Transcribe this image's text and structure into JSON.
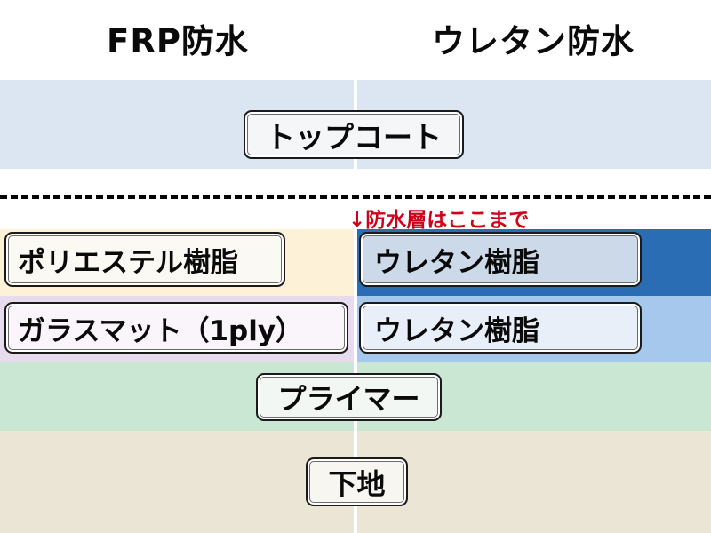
{
  "headers": {
    "left": "FRP防水",
    "right": "ウレタン防水"
  },
  "annotation": {
    "text": "↓防水層はここまで",
    "color": "#d0021b"
  },
  "layers": [
    {
      "id": "topcoat",
      "label": "トップコート",
      "span": "full",
      "band_left_color": "#dce5f2",
      "band_right_color": "#dce5f2",
      "box_fill": "#f4f6f8"
    },
    {
      "id": "resin",
      "label_left": "ポリエステル樹脂",
      "label_right": "ウレタン樹脂",
      "span": "split",
      "band_left_color": "#fdf1d8",
      "band_right_color": "#2a6db5",
      "box_left_fill": "#fbf9f3",
      "box_right_fill": "#ccd9e9"
    },
    {
      "id": "mat",
      "label_left": "ガラスマット（1ply）",
      "label_right": "ウレタン樹脂",
      "span": "split",
      "band_left_color": "#e6dcee",
      "band_right_color": "#a6c8ec",
      "box_left_fill": "#faf5fb",
      "box_right_fill": "#e9eff9"
    },
    {
      "id": "primer",
      "label": "プライマー",
      "span": "full",
      "band_left_color": "#c9e7d2",
      "band_right_color": "#c9e7d2",
      "box_fill": "#f2f7f3"
    },
    {
      "id": "base",
      "label": "下地",
      "span": "full",
      "band_left_color": "#ebe5d5",
      "band_right_color": "#ebe5d5",
      "box_fill": "#f7f6f1"
    }
  ],
  "divider": {
    "color": "#ffffff"
  },
  "dashed_line": {
    "color": "#000000",
    "style": "dashed"
  }
}
